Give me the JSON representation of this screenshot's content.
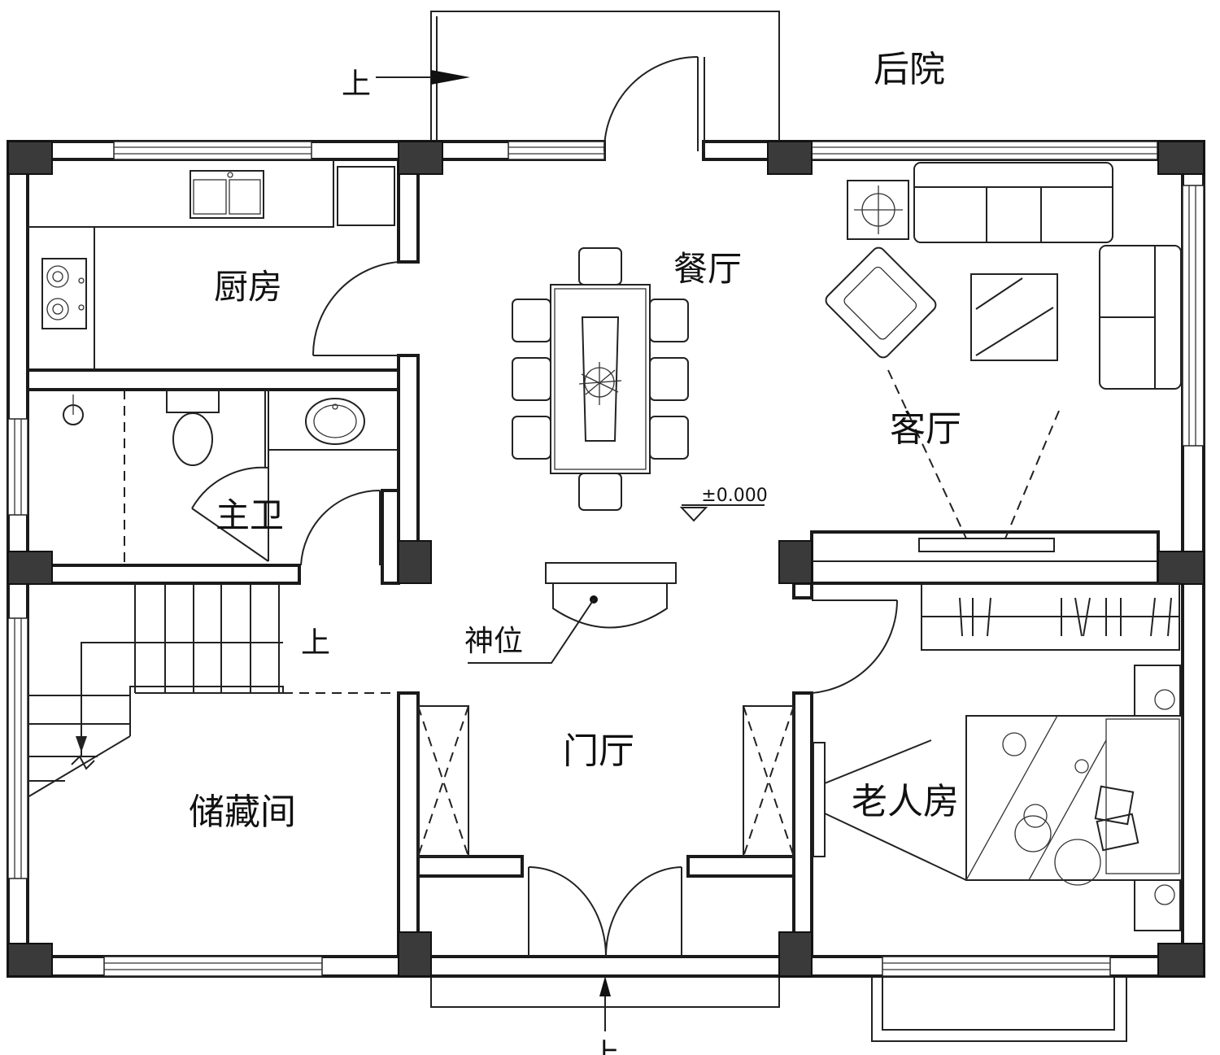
{
  "rooms": {
    "backyard": "后院",
    "kitchen": "厨房",
    "dining": "餐厅",
    "living": "客厅",
    "bathroom": "主卫",
    "shrine": "神位",
    "foyer": "门厅",
    "storage": "储藏间",
    "elder_room": "老人房"
  },
  "marks": {
    "up_backyard": "上",
    "up_stairs": "上",
    "up_entrance": "上",
    "elevation": "±0.000"
  }
}
